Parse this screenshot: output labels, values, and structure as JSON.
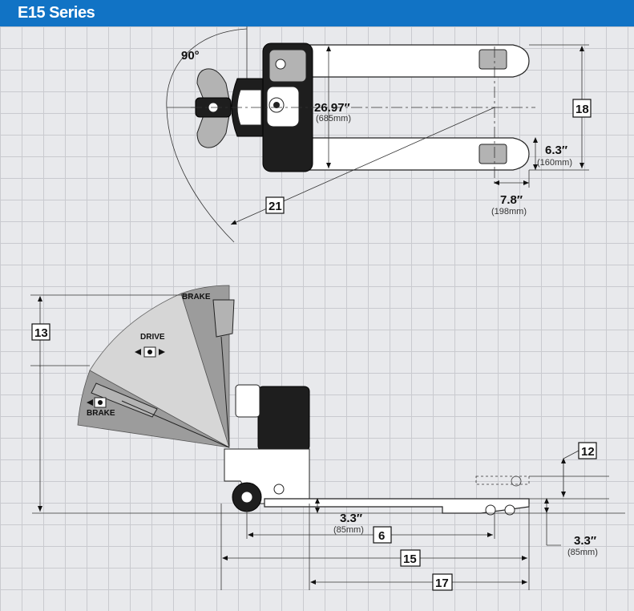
{
  "header": {
    "title": "E15 Series",
    "background_color": "#1173c5"
  },
  "top_view": {
    "steer_angle": "90°",
    "width_dim": "26.97″",
    "width_dim_mm": "(685mm)",
    "wheel_dim": "6.3″",
    "wheel_dim_mm": "(160mm)",
    "wheel_offset_dim": "7.8″",
    "wheel_offset_dim_mm": "(198mm)",
    "callout_18": "18",
    "callout_21": "21"
  },
  "side_view": {
    "brake_top": "BRAKE",
    "drive": "DRIVE",
    "brake_bottom": "BRAKE",
    "callout_13": "13",
    "callout_12": "12",
    "callout_6": "6",
    "callout_15": "15",
    "callout_17": "17",
    "ground_clearance": "3.3″",
    "ground_clearance_mm": "(85mm)",
    "fork_height": "3.3″",
    "fork_height_mm": "(85mm)"
  }
}
